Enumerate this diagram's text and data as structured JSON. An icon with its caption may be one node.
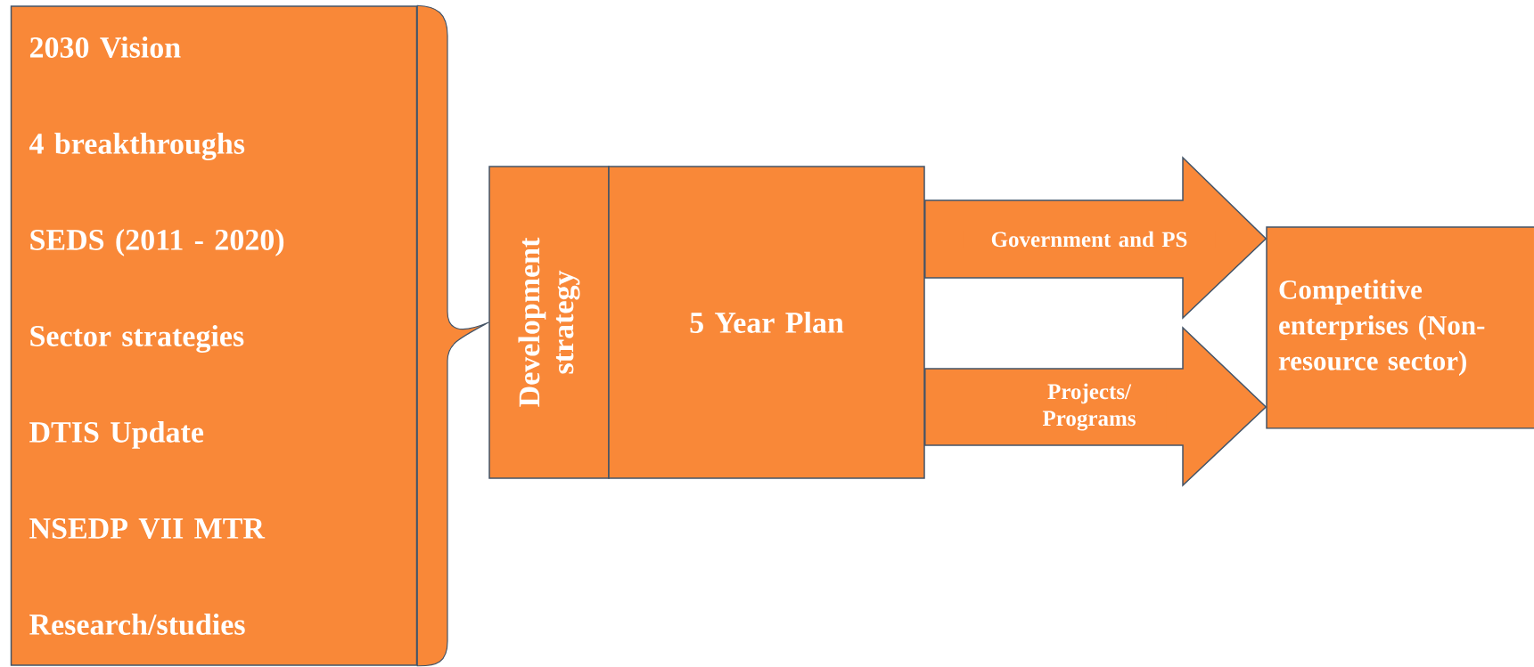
{
  "diagram": {
    "nodes": [
      {
        "text": [
          "2030 Vision",
          "4 breakthroughs",
          "SEDS (2011 - 2020)",
          "Sector strategies",
          "DTIS Update",
          "NSEDP VII MTR",
          "Research/studies"
        ]
      },
      {
        "text": [
          "Development strategy"
        ]
      },
      {
        "text": [
          "5 Year Plan"
        ]
      },
      {
        "text": [
          "Competitive enterprises (Non-resource sector)"
        ]
      }
    ],
    "edges": [
      {
        "from": 0,
        "to": 1,
        "arrow": "none"
      },
      {
        "from": 2,
        "to": 3,
        "arrow": "to",
        "label": "Government and PS"
      },
      {
        "from": 2,
        "to": 3,
        "arrow": "to",
        "label": "Projects/ Programs"
      }
    ]
  }
}
